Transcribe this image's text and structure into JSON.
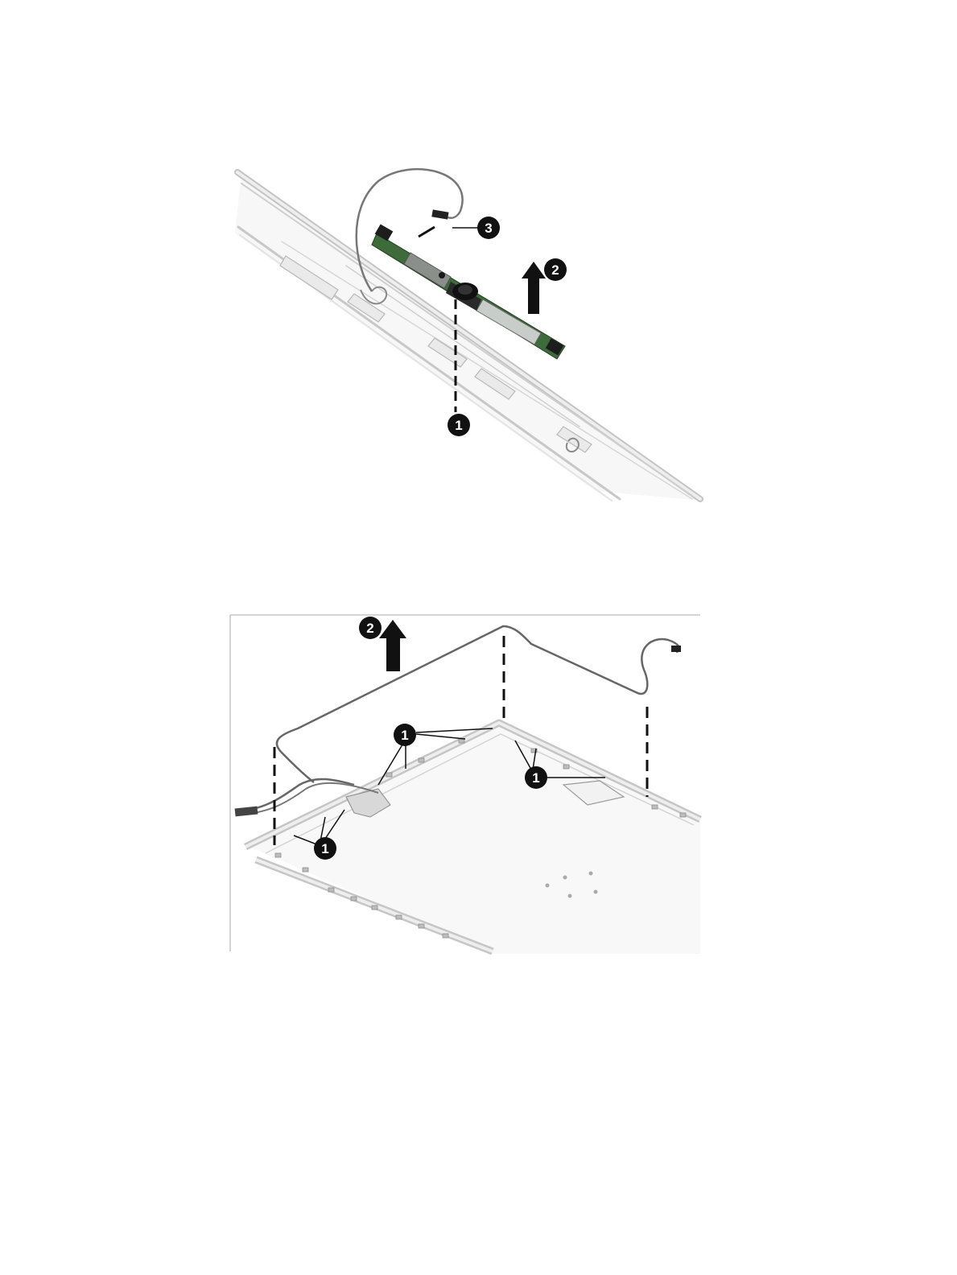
{
  "figures": [
    {
      "name": "webcam-module-removal",
      "callouts": [
        {
          "label": "1"
        },
        {
          "label": "2"
        },
        {
          "label": "3"
        }
      ]
    },
    {
      "name": "webcam-cable-removal",
      "callouts": [
        {
          "label": "1"
        },
        {
          "label": "1"
        },
        {
          "label": "1"
        },
        {
          "label": "2"
        }
      ]
    }
  ],
  "colors": {
    "line_art": "#555555",
    "frame_light": "#bdbdbd",
    "frame_fill": "#f2f2f2",
    "board_green": "#3d6b3a",
    "callout_fill": "#111111"
  }
}
